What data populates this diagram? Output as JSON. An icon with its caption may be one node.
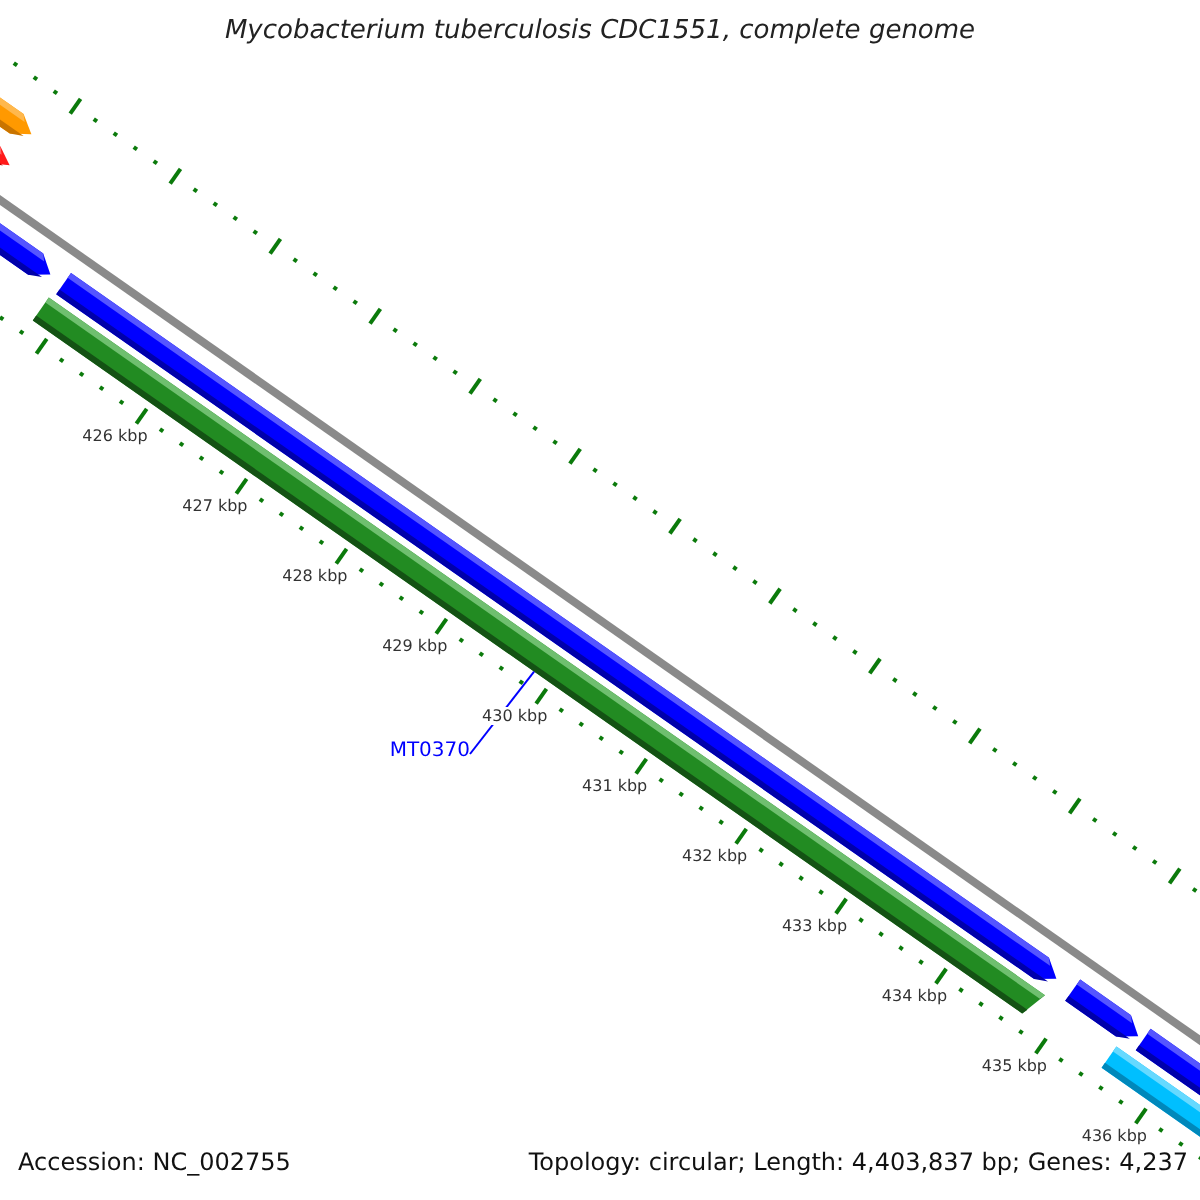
{
  "diagram": {
    "title": "Mycobacterium tuberculosis CDC1551, complete genome",
    "nodes": [
      {
        "text": [
          "MT0370"
        ]
      },
      {
        "text": [],
        "shape": "bar"
      }
    ],
    "edges": [
      {
        "from": 0,
        "to": 1,
        "arrow": "none"
      }
    ],
    "labels": [
      "426 kbp",
      "427 kbp",
      "428 kbp",
      "429 kbp",
      "430 kbp",
      "431 kbp",
      "432 kbp",
      "433 kbp",
      "434 kbp",
      "435 kbp",
      "436 kbp",
      "Accession: NC_002755",
      "Topology: circular; Length: 4,403,837 bp; Genes: 4,237"
    ]
  }
}
